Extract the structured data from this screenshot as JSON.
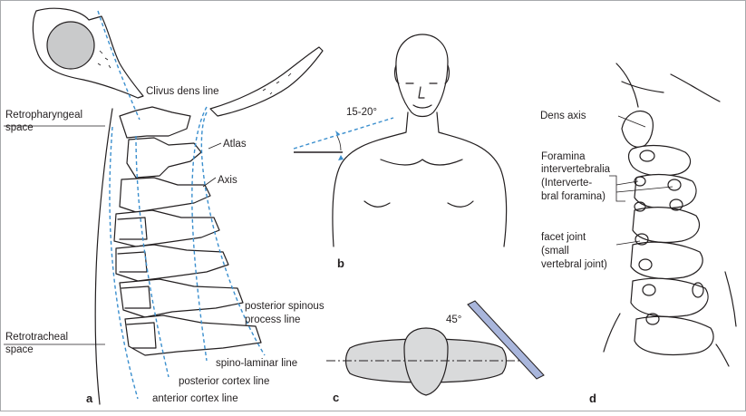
{
  "colors": {
    "dashed_line": "#3b8fce",
    "board": "#a9b6dc",
    "body_fill": "#d9dadb",
    "skull_grey": "#c9cacb"
  },
  "panel_a": {
    "label": "a",
    "clivus_dens_line": "Clivus dens line",
    "retropharyngeal_1": "Retropharyngeal",
    "retropharyngeal_2": "space",
    "atlas": "Atlas",
    "axis": "Axis",
    "posterior_spinous_1": "posterior spinous",
    "posterior_spinous_2": "process line",
    "retrotracheal_1": "Retrotracheal",
    "retrotracheal_2": "space",
    "spino_laminar": "spino-laminar line",
    "posterior_cortex": "posterior cortex line",
    "anterior_cortex": "anterior cortex line"
  },
  "panel_b": {
    "label": "b",
    "angle": "15-20°"
  },
  "panel_c": {
    "label": "c",
    "angle": "45°"
  },
  "panel_d": {
    "label": "d",
    "dens_axis": "Dens axis",
    "foramina_1": "Foramina",
    "foramina_2": "intervertebralia",
    "foramina_3": "(Interverte-",
    "foramina_4": "bral foramina)",
    "facet_1": "facet joint",
    "facet_2": "(small",
    "facet_3": "vertebral joint)"
  }
}
